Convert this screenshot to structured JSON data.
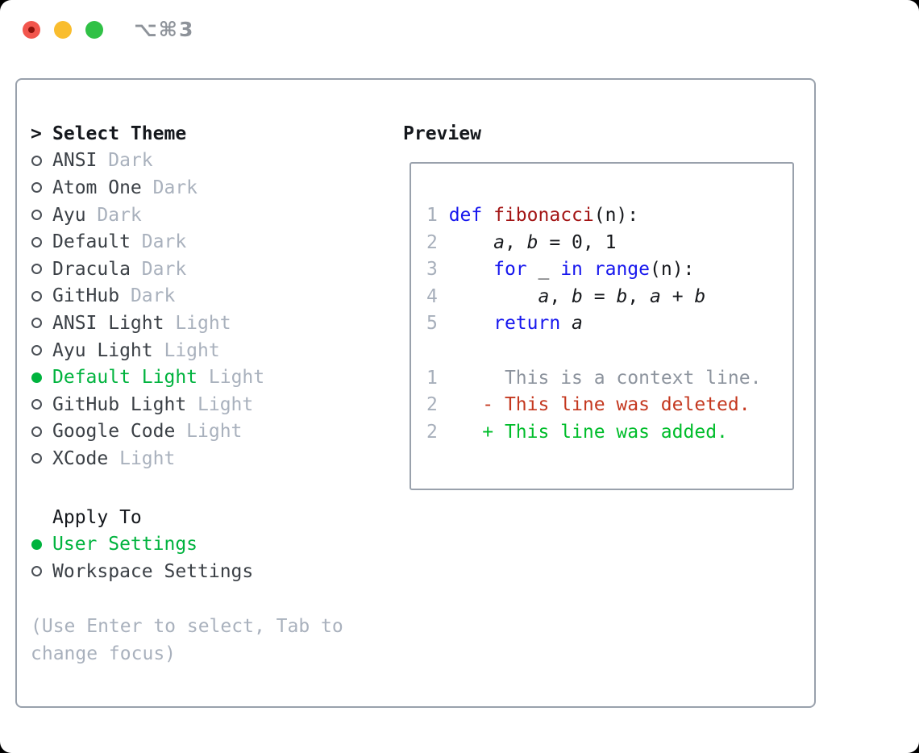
{
  "window": {
    "title": "⌥⌘3",
    "traffic_lights": [
      {
        "name": "close",
        "color": "#f2564d"
      },
      {
        "name": "minimize",
        "color": "#f9bd2e"
      },
      {
        "name": "zoom",
        "color": "#30c146"
      }
    ]
  },
  "theme_panel": {
    "header": {
      "cursor": ">",
      "label": "Select Theme"
    },
    "items": [
      {
        "name": "ANSI",
        "variant": "Dark",
        "selected": false
      },
      {
        "name": "Atom One",
        "variant": "Dark",
        "selected": false
      },
      {
        "name": "Ayu",
        "variant": "Dark",
        "selected": false
      },
      {
        "name": "Default",
        "variant": "Dark",
        "selected": false
      },
      {
        "name": "Dracula",
        "variant": "Dark",
        "selected": false
      },
      {
        "name": "GitHub",
        "variant": "Dark",
        "selected": false
      },
      {
        "name": "ANSI Light",
        "variant": "Light",
        "selected": false
      },
      {
        "name": "Ayu Light",
        "variant": "Light",
        "selected": false
      },
      {
        "name": "Default Light",
        "variant": "Light",
        "selected": true
      },
      {
        "name": "GitHub Light",
        "variant": "Light",
        "selected": false
      },
      {
        "name": "Google Code",
        "variant": "Light",
        "selected": false
      },
      {
        "name": "XCode",
        "variant": "Light",
        "selected": false
      }
    ]
  },
  "apply_panel": {
    "header": "Apply To",
    "items": [
      {
        "label": "User Settings",
        "selected": true
      },
      {
        "label": "Workspace Settings",
        "selected": false
      }
    ]
  },
  "help": {
    "lines": [
      "(Use Enter to select, Tab to",
      "change focus)"
    ]
  },
  "preview": {
    "title": "Preview",
    "lines": [
      [
        {
          "t": "1 ",
          "c": "num"
        },
        {
          "t": "def",
          "c": "kw"
        },
        {
          "t": " ",
          "c": "pl"
        },
        {
          "t": "fibonacci",
          "c": "fn"
        },
        {
          "t": "(n):",
          "c": "pl"
        }
      ],
      [
        {
          "t": "2 ",
          "c": "num"
        },
        {
          "t": "    ",
          "c": "pl"
        },
        {
          "t": "a",
          "c": "var"
        },
        {
          "t": ", ",
          "c": "pl"
        },
        {
          "t": "b",
          "c": "var"
        },
        {
          "t": " = 0, 1",
          "c": "pl"
        }
      ],
      [
        {
          "t": "3 ",
          "c": "num"
        },
        {
          "t": "    ",
          "c": "pl"
        },
        {
          "t": "for",
          "c": "kw"
        },
        {
          "t": " _ ",
          "c": "pl"
        },
        {
          "t": "in",
          "c": "kw"
        },
        {
          "t": " ",
          "c": "pl"
        },
        {
          "t": "range",
          "c": "kw"
        },
        {
          "t": "(n):",
          "c": "pl"
        }
      ],
      [
        {
          "t": "4 ",
          "c": "num"
        },
        {
          "t": "        ",
          "c": "pl"
        },
        {
          "t": "a",
          "c": "var"
        },
        {
          "t": ", ",
          "c": "pl"
        },
        {
          "t": "b",
          "c": "var"
        },
        {
          "t": " = ",
          "c": "pl"
        },
        {
          "t": "b",
          "c": "var"
        },
        {
          "t": ", ",
          "c": "pl"
        },
        {
          "t": "a",
          "c": "var"
        },
        {
          "t": " + ",
          "c": "pl"
        },
        {
          "t": "b",
          "c": "var"
        }
      ],
      [
        {
          "t": "5 ",
          "c": "num"
        },
        {
          "t": "    ",
          "c": "pl"
        },
        {
          "t": "return",
          "c": "kw"
        },
        {
          "t": " ",
          "c": "pl"
        },
        {
          "t": "a",
          "c": "var"
        }
      ],
      [],
      [
        {
          "t": "1",
          "c": "num"
        },
        {
          "t": "      ",
          "c": "pl"
        },
        {
          "t": "This is a context line.",
          "c": "ctx"
        }
      ],
      [
        {
          "t": "2",
          "c": "num"
        },
        {
          "t": "    ",
          "c": "pl"
        },
        {
          "t": "- This line was deleted.",
          "c": "del"
        }
      ],
      [
        {
          "t": "2",
          "c": "num"
        },
        {
          "t": "    ",
          "c": "pl"
        },
        {
          "t": "+ This line was added.",
          "c": "add"
        }
      ]
    ]
  },
  "colors": {
    "border_gray": "#99a1ac",
    "dim_text": "#a9b1bd",
    "main_text": "#3b4046",
    "header_text": "#15181d",
    "selection_green": "#00b33e",
    "keyword_blue": "#1717ee",
    "function_red": "#a31515",
    "diff_red": "#c4381f",
    "diff_green": "#00bd2b",
    "line_number_gray": "#a7afbb",
    "context_gray": "#8d949e",
    "title_gray": "#8e939a",
    "traffic_red": "#f2564d",
    "traffic_yellow": "#f9bd2e",
    "traffic_green": "#30c146"
  }
}
